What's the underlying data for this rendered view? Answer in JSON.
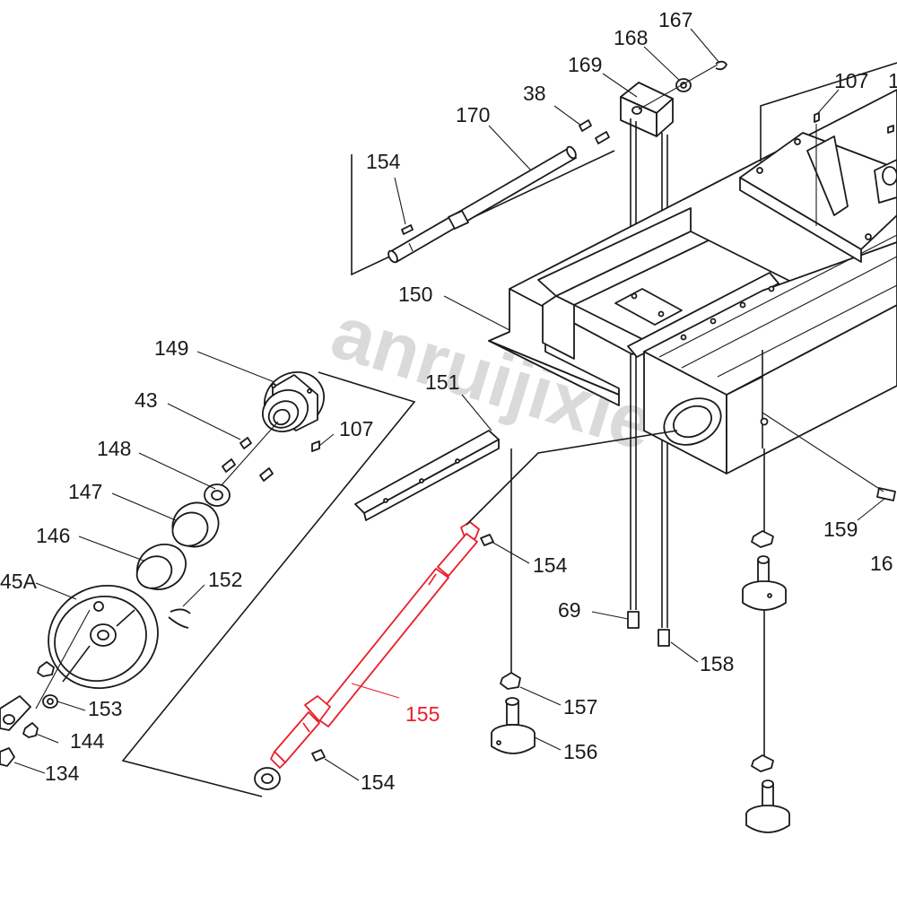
{
  "watermark": "anruijixie",
  "highlight_color": "#e8202a",
  "line_color": "#1a1a1a",
  "callouts": {
    "p167": "167",
    "p168": "168",
    "p169": "169",
    "p38": "38",
    "p170": "170",
    "p154_top": "154",
    "p107_top": "107",
    "p1_edge": "1",
    "p150": "150",
    "p151": "151",
    "p149": "149",
    "p43": "43",
    "p107_mid": "107",
    "p148": "148",
    "p147": "147",
    "p146": "146",
    "p145a": "45A",
    "p152": "152",
    "p153": "153",
    "p144": "144",
    "p134": "134",
    "p155": "155",
    "p154_mid": "154",
    "p154_bot": "154",
    "p69": "69",
    "p157": "157",
    "p156": "156",
    "p158": "158",
    "p159": "159",
    "p16x": "16"
  }
}
